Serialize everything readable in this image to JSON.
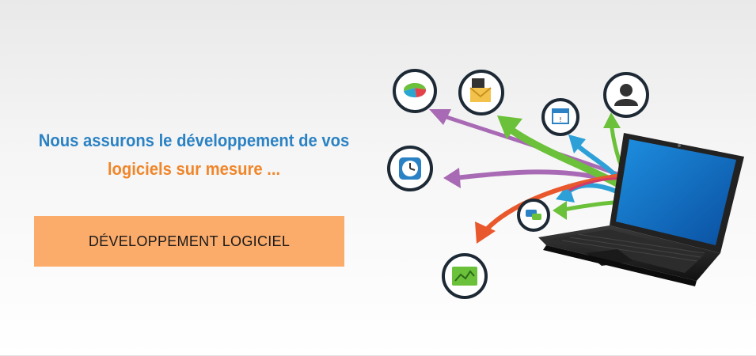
{
  "headline": {
    "line1": "Nous assurons le développement de vos",
    "line2": "logiciels sur mesure ..."
  },
  "cta": {
    "label": "DÉVELOPPEMENT LOGICIEL"
  },
  "colors": {
    "headline_blue": "#2a82c4",
    "headline_orange": "#f0862a",
    "cta_background": "#fbab6a"
  },
  "illustration": {
    "icons": [
      "pie-chart-icon",
      "mail-icon",
      "calendar-icon",
      "user-icon",
      "clock-icon",
      "chat-icon",
      "line-chart-icon"
    ],
    "device": "laptop-icon"
  }
}
